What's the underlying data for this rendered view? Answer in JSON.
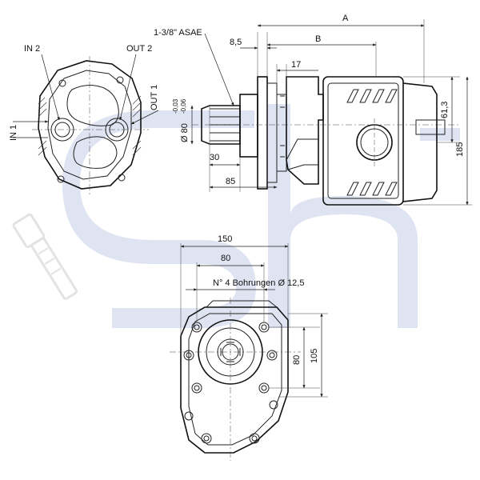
{
  "drawing": {
    "ports": {
      "in2": "IN 2",
      "out2": "OUT 2",
      "out1": "OUT 1",
      "in1": "IN 1"
    },
    "shaft": {
      "spline_label": "1-3/8\" ASAE",
      "diameter": "Ø 80",
      "tol_upper": "-0,03",
      "tol_lower": "-0,06"
    },
    "side_dims": {
      "a": "A",
      "b": "B",
      "d8_5": "8,5",
      "d17": "17",
      "d30": "30",
      "d85": "85",
      "d61_3": "61,3",
      "d185": "185"
    },
    "front_dims": {
      "d150": "150",
      "d80h": "80",
      "holes": "N° 4 Bohrungen  Ø 12,5",
      "d80v": "80",
      "d105": "105"
    },
    "colors": {
      "line": "#222222",
      "watermark": "#dfe4f3"
    }
  }
}
